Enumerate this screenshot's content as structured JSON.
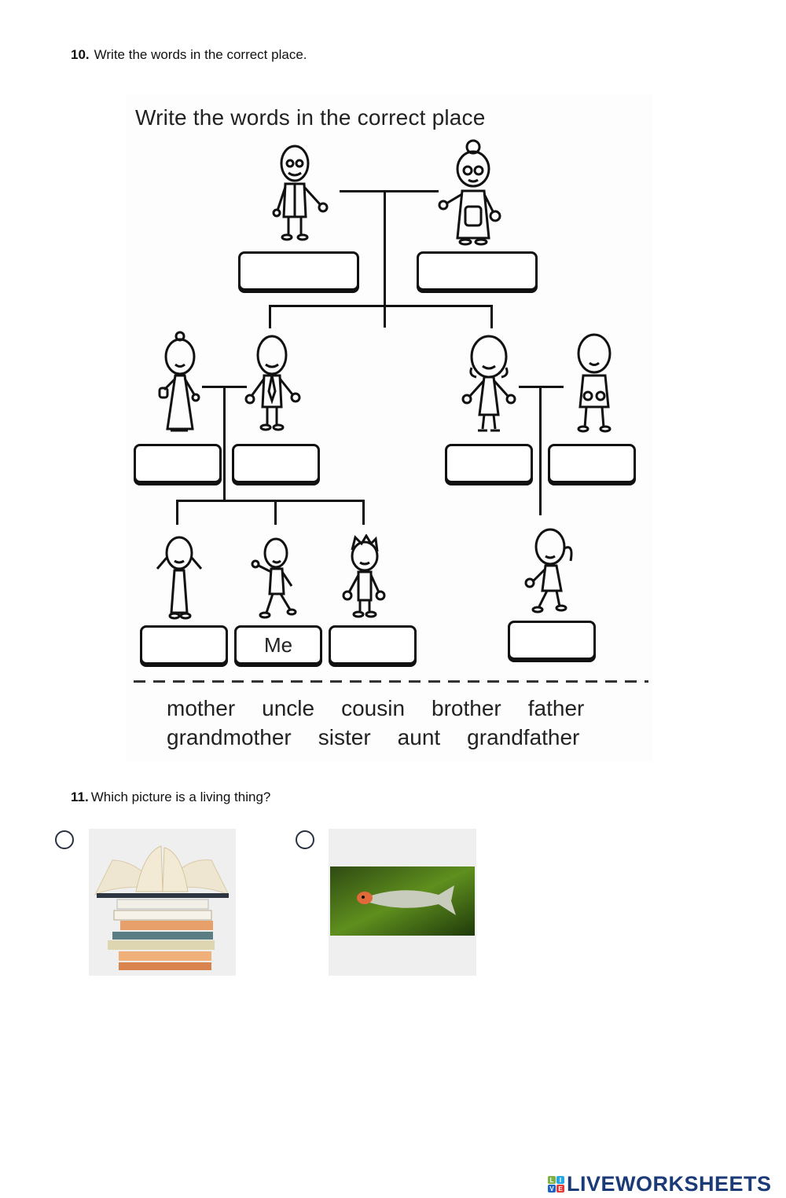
{
  "questions": [
    {
      "number": "10.",
      "prompt": "Write the words in the correct place.",
      "worksheet": {
        "title": "Write the words in the correct place",
        "family_tree": {
          "generation1": [
            {
              "role": "grandfather-figure",
              "box_text": ""
            },
            {
              "role": "grandmother-figure",
              "box_text": ""
            }
          ],
          "generation2": [
            {
              "role": "mother-figure",
              "box_text": ""
            },
            {
              "role": "father-figure",
              "box_text": ""
            },
            {
              "role": "aunt-figure",
              "box_text": ""
            },
            {
              "role": "uncle-figure",
              "box_text": ""
            }
          ],
          "generation3": [
            {
              "role": "sister-figure",
              "box_text": ""
            },
            {
              "role": "me-figure",
              "box_text": "Me"
            },
            {
              "role": "brother-figure",
              "box_text": ""
            },
            {
              "role": "cousin-figure",
              "box_text": ""
            }
          ]
        },
        "word_bank": {
          "row1": [
            "mother",
            "uncle",
            "cousin",
            "brother",
            "father"
          ],
          "row2": [
            "grandmother",
            "sister",
            "aunt",
            "grandfather"
          ]
        }
      }
    },
    {
      "number": "11.",
      "prompt": "Which picture is a living thing?",
      "options": [
        {
          "image": "stack-of-books",
          "selected": false
        },
        {
          "image": "fish",
          "selected": false
        }
      ]
    }
  ],
  "footer": {
    "logo_letters": [
      "L",
      "I",
      "V",
      "E"
    ],
    "logo_colors": [
      "#7cb342",
      "#29a8e0",
      "#1e63c7",
      "#e53935"
    ],
    "logo_text": "LIVEWORKSHEETS"
  }
}
